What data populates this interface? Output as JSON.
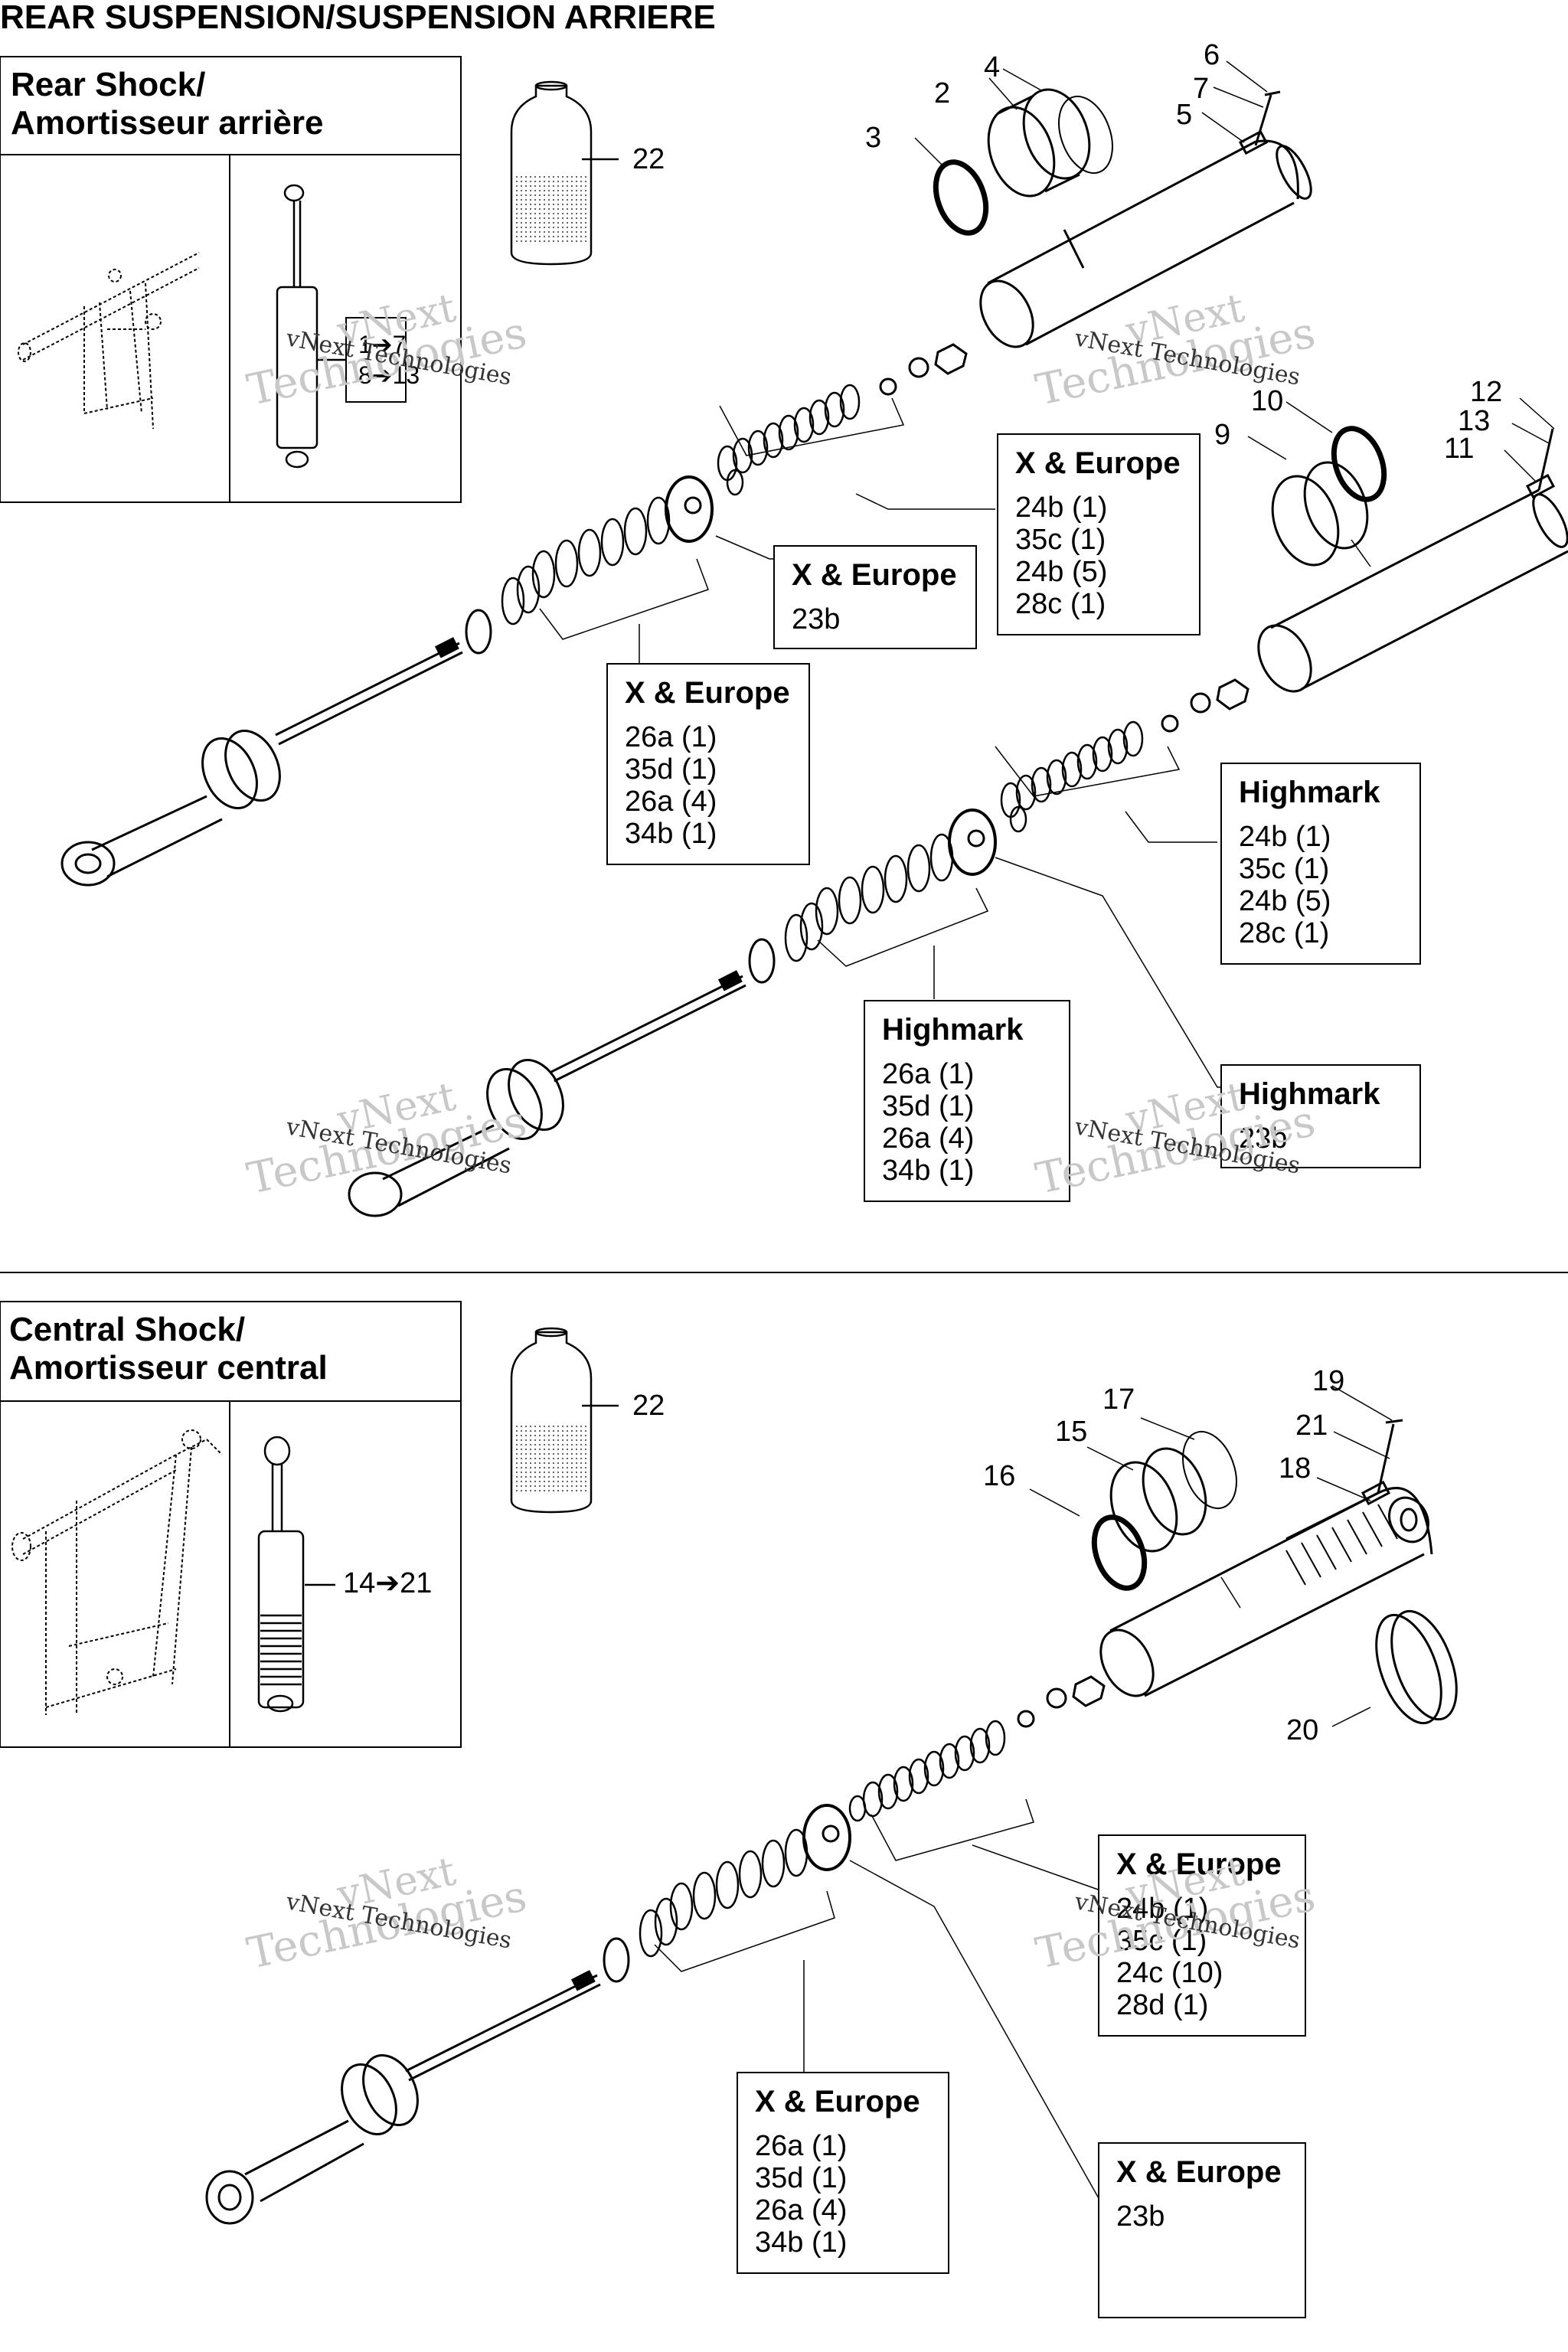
{
  "title": "REAR SUSPENSION/SUSPENSION ARRIERE",
  "watermark": {
    "line1": "vNext",
    "line2": "Technologies",
    "small": "vNext Technologies"
  },
  "rear": {
    "title1": "Rear Shock/",
    "title2": "Amortisseur arrière",
    "ref_a": "1➔7",
    "ref_b": "8➔13",
    "callouts": [
      "2",
      "3",
      "4",
      "5",
      "6",
      "7",
      "9",
      "10",
      "11",
      "12",
      "13",
      "22"
    ]
  },
  "central": {
    "title1": "Central Shock/",
    "title2": "Amortisseur central",
    "ref": "14➔21",
    "callouts": [
      "15",
      "16",
      "17",
      "18",
      "19",
      "20",
      "21",
      "22"
    ]
  },
  "boxes": {
    "xe_upper_spring": {
      "hdr": "X & Europe",
      "lines": [
        "24b (1)",
        "35c (1)",
        "24b (5)",
        "28c (1)"
      ]
    },
    "xe_piston": {
      "hdr": "X & Europe",
      "lines": [
        "23b"
      ]
    },
    "xe_lower_spring": {
      "hdr": "X & Europe",
      "lines": [
        "26a (1)",
        "35d (1)",
        "26a (4)",
        "34b (1)"
      ]
    },
    "hm_upper_spring": {
      "hdr": "Highmark",
      "lines": [
        "24b (1)",
        "35c (1)",
        "24b (5)",
        "28c (1)"
      ]
    },
    "hm_lower_spring": {
      "hdr": "Highmark",
      "lines": [
        "26a (1)",
        "35d (1)",
        "26a (4)",
        "34b (1)"
      ]
    },
    "hm_piston": {
      "hdr": "Highmark",
      "lines": [
        "23b"
      ]
    },
    "c_upper_spring": {
      "hdr": "X & Europe",
      "lines": [
        "24b (1)",
        "35c (1)",
        "24c (10)",
        "28d (1)"
      ]
    },
    "c_lower_spring": {
      "hdr": "X & Europe",
      "lines": [
        "26a (1)",
        "35d (1)",
        "26a (4)",
        "34b (1)"
      ]
    },
    "c_piston": {
      "hdr": "X & Europe",
      "lines": [
        "23b"
      ]
    }
  }
}
